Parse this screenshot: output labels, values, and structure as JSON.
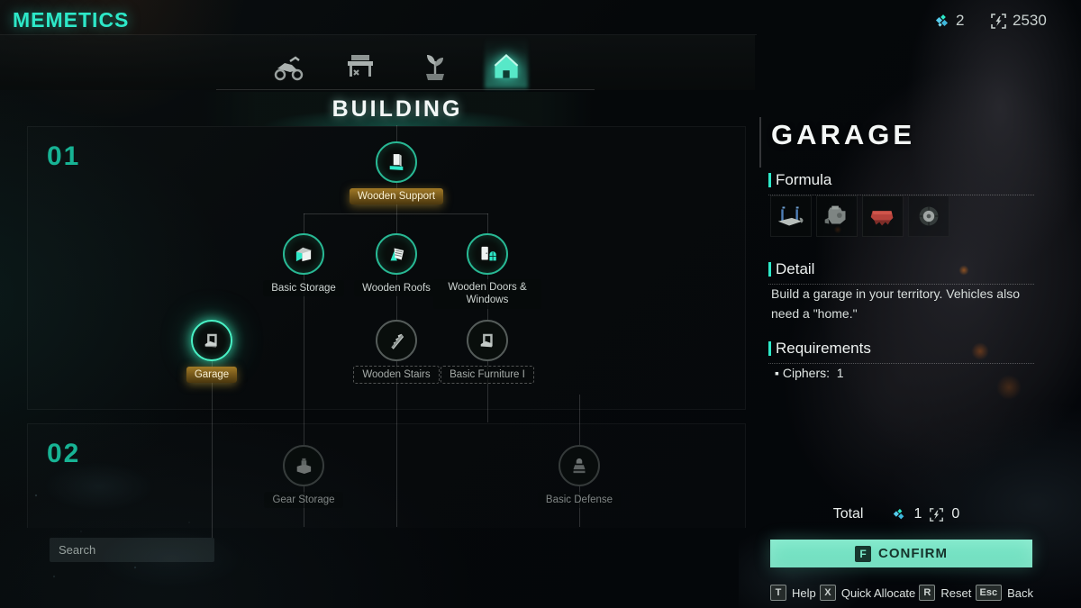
{
  "header": {
    "title": "MEMETICS",
    "cipher_count": "2",
    "energy_count": "2530"
  },
  "tabs": {
    "active_category": "BUILDING",
    "items": [
      {
        "icon": "motorcycle-icon",
        "active": false
      },
      {
        "icon": "workbench-icon",
        "active": false
      },
      {
        "icon": "plant-icon",
        "active": false
      },
      {
        "icon": "house-icon",
        "active": true
      }
    ]
  },
  "tree": {
    "tier_labels": [
      "01",
      "02"
    ],
    "nodes": [
      {
        "label": "Wooden Support",
        "state": "unlocked"
      },
      {
        "label": "Basic Storage",
        "state": "unlocked"
      },
      {
        "label": "Wooden Roofs",
        "state": "unlocked"
      },
      {
        "label": "Wooden Doors & Windows",
        "state": "unlocked"
      },
      {
        "label": "Garage",
        "state": "selected"
      },
      {
        "label": "Wooden Stairs",
        "state": "locked"
      },
      {
        "label": "Basic Furniture I",
        "state": "locked"
      },
      {
        "label": "Gear Storage",
        "state": "locked"
      },
      {
        "label": "Basic Defense",
        "state": "locked"
      }
    ]
  },
  "search": {
    "placeholder": "Search"
  },
  "panel": {
    "title": "GARAGE",
    "formula_label": "Formula",
    "formula_items": [
      {
        "icon": "vehicle-lift-icon"
      },
      {
        "icon": "engine-icon"
      },
      {
        "icon": "truck-bed-icon"
      },
      {
        "icon": "wheel-icon"
      }
    ],
    "detail_label": "Detail",
    "detail_text": "Build a garage in your territory. Vehicles also need a \"home.\"",
    "requirements_label": "Requirements",
    "requirement_label": "Ciphers:",
    "requirement_value": "1",
    "total_label": "Total",
    "total_ciphers": "1",
    "total_energy": "0"
  },
  "confirm": {
    "key": "F",
    "label": "CONFIRM"
  },
  "hotkeys": [
    {
      "key": "T",
      "label": "Help"
    },
    {
      "key": "X",
      "label": "Quick Allocate"
    },
    {
      "key": "R",
      "label": "Reset"
    },
    {
      "key": "Esc",
      "label": "Back"
    }
  ],
  "colors": {
    "accent": "#2de8c8",
    "confirm_bg": "#74e3c3",
    "gold": "#c9a04a"
  }
}
